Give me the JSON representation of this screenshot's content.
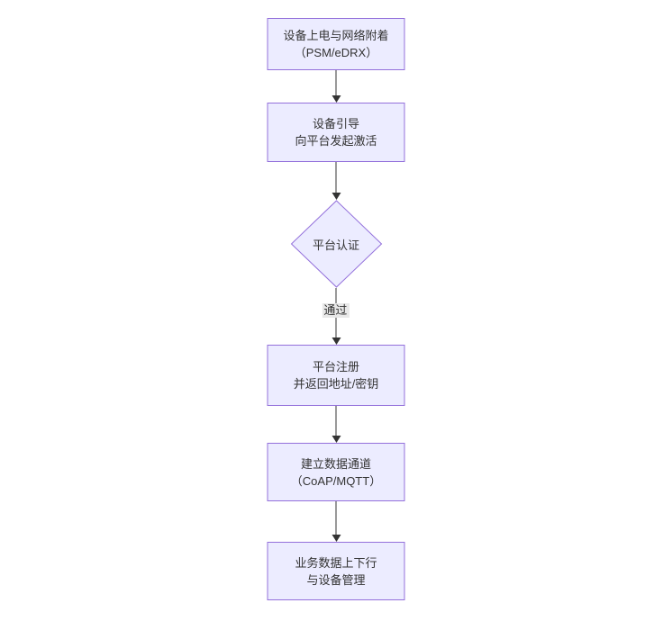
{
  "flow": {
    "nodes": [
      {
        "id": "A",
        "type": "rect",
        "lines": [
          "设备上电与网络附着",
          "（PSM/eDRX）"
        ]
      },
      {
        "id": "B",
        "type": "rect",
        "lines": [
          "设备引导",
          "向平台发起激活"
        ]
      },
      {
        "id": "C",
        "type": "diamond",
        "lines": [
          "平台认证"
        ]
      },
      {
        "id": "D",
        "type": "rect",
        "lines": [
          "平台注册",
          "并返回地址/密钥"
        ]
      },
      {
        "id": "E",
        "type": "rect",
        "lines": [
          "建立数据通道",
          "（CoAP/MQTT）"
        ]
      },
      {
        "id": "F",
        "type": "rect",
        "lines": [
          "业务数据上下行",
          "与设备管理"
        ]
      }
    ],
    "edges": [
      {
        "from": "A",
        "to": "B",
        "label": ""
      },
      {
        "from": "B",
        "to": "C",
        "label": ""
      },
      {
        "from": "C",
        "to": "D",
        "label": "通过"
      },
      {
        "from": "D",
        "to": "E",
        "label": ""
      },
      {
        "from": "E",
        "to": "F",
        "label": ""
      }
    ],
    "colors": {
      "bg": "#ffffff",
      "node_fill": "#ECECFF",
      "node_border": "#9370DB",
      "text_color": "#333333",
      "edge_color": "#333333",
      "label_bg": "#e8e8e8"
    }
  }
}
